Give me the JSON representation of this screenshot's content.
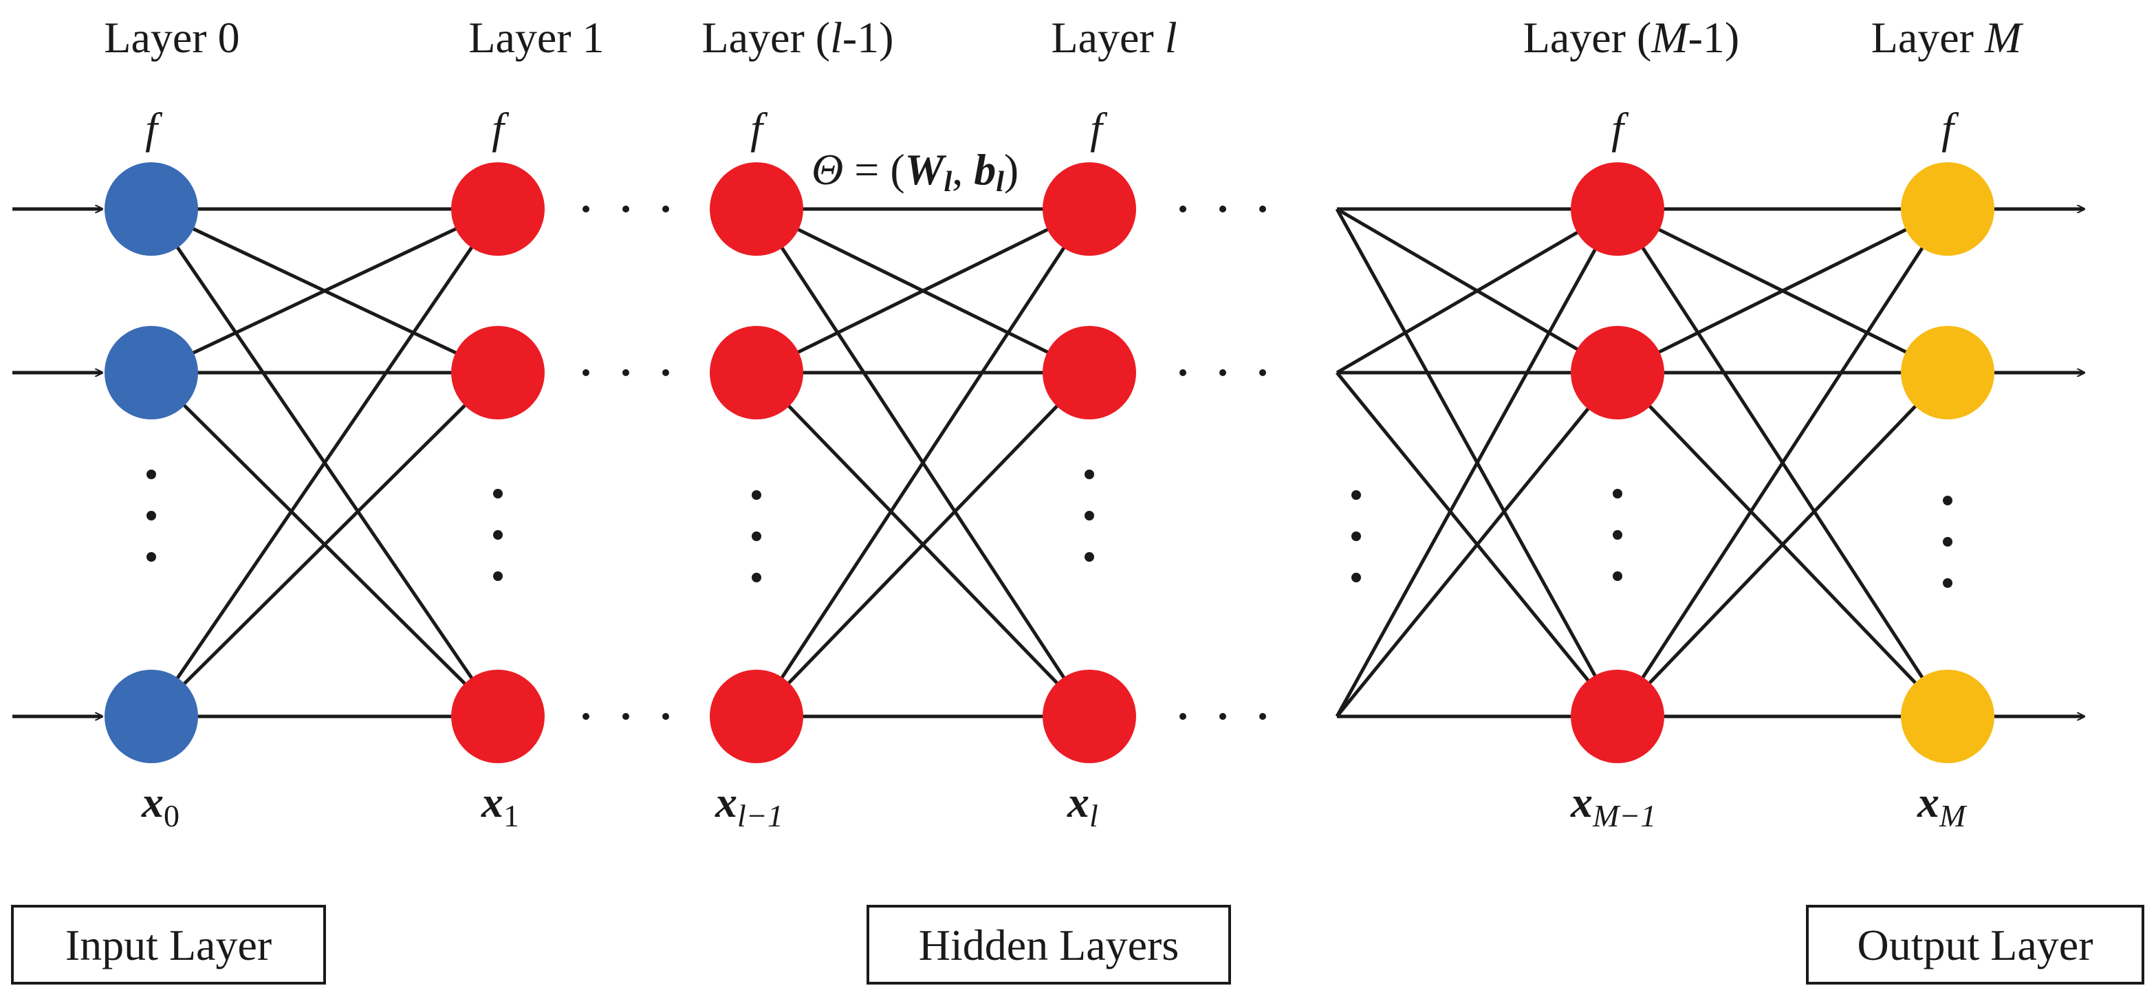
{
  "layers": [
    {
      "id": "layer-0",
      "title_pre": "Layer 0",
      "title_var": "",
      "title_post": "",
      "f": "",
      "var_base": "x",
      "var_sub": "0",
      "color": "#3a6bb5"
    },
    {
      "id": "layer-1",
      "title_pre": "Layer 1",
      "title_var": "",
      "title_post": "",
      "f": "f",
      "var_base": "x",
      "var_sub": "1",
      "color": "#ec1c24"
    },
    {
      "id": "layer-l-minus-1",
      "title_pre": "Layer (",
      "title_var": "l",
      "title_post": "-1)",
      "f": "f",
      "var_base": "x",
      "var_sub": "l−1",
      "color": "#ec1c24"
    },
    {
      "id": "layer-l",
      "title_pre": "Layer ",
      "title_var": "l",
      "title_post": "",
      "f": "f",
      "var_base": "x",
      "var_sub": "l",
      "color": "#ec1c24"
    },
    {
      "id": "layer-m-minus-1",
      "title_pre": "Layer (",
      "title_var": "M",
      "title_post": "-1)",
      "f": "f",
      "var_base": "x",
      "var_sub": "M−1",
      "color": "#ec1c24"
    },
    {
      "id": "layer-m",
      "title_pre": "Layer ",
      "title_var": "M",
      "title_post": "",
      "f": "f",
      "var_base": "x",
      "var_sub": "M",
      "color": "#f8bb14"
    }
  ],
  "input_f_label": "f",
  "theta": {
    "symbol": "Θ",
    "eq": " = (",
    "w": "W",
    "w_sub": "l",
    "comma": ", ",
    "b": "b",
    "b_sub": "l",
    "close": ")"
  },
  "ellipsis_h": "·  ·  ·",
  "boxes": {
    "input": "Input Layer",
    "hidden": "Hidden Layers",
    "output": "Output Layer"
  },
  "colors": {
    "input_node": "#3a6bb5",
    "hidden_node": "#ec1c24",
    "output_node": "#f8bb14",
    "line": "#1a1a1a"
  }
}
